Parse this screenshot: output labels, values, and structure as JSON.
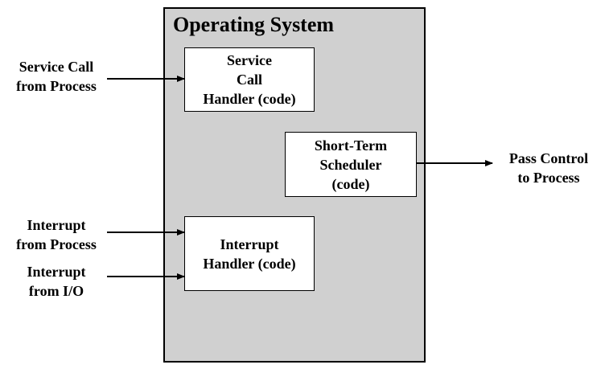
{
  "diagram": {
    "os_title": "Operating System",
    "service_call_handler": [
      "Service",
      "Call",
      "Handler (code)"
    ],
    "short_term_scheduler": [
      "Short-Term",
      "Scheduler",
      "(code)"
    ],
    "interrupt_handler": [
      "Interrupt",
      "Handler (code)"
    ],
    "inputs": {
      "service_call": [
        "Service Call",
        "from Process"
      ],
      "interrupt_process": [
        "Interrupt",
        "from Process"
      ],
      "interrupt_io": [
        "Interrupt",
        "from I/O"
      ]
    },
    "output": {
      "pass_control": [
        "Pass Control",
        "to Process"
      ]
    }
  }
}
